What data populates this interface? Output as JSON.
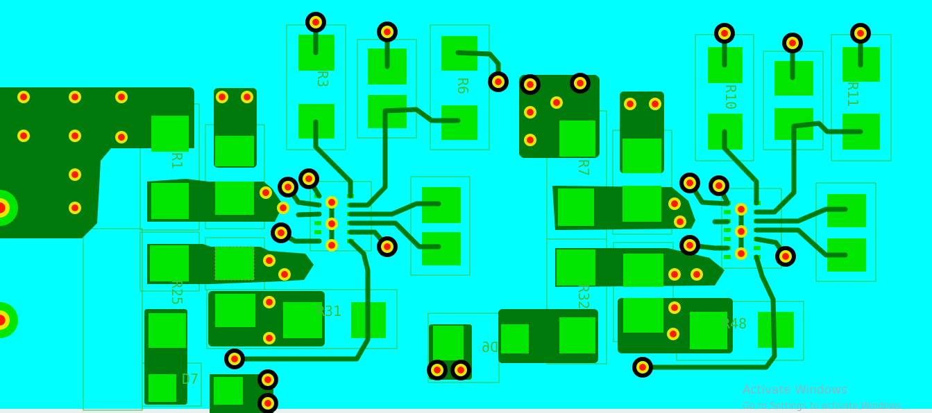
{
  "colors": {
    "board": "#00ffff",
    "copper_pour": "#007a0a",
    "pad": "#00e600",
    "silkscreen": "#39c239",
    "via_ring": "#e8e800",
    "via_hole": "#ff1a00",
    "via_outline": "#000000",
    "watermark": "#8fb6bf"
  },
  "designators": {
    "r1": "R1",
    "r3": "R3",
    "r6": "R6",
    "r7": "R7",
    "r10": "R10",
    "r11": "R11",
    "r25": "R25",
    "r31": "R31",
    "r32": "R32",
    "r48": "R48",
    "d6": "D6",
    "d7": "D7"
  },
  "watermark": {
    "title": "Activate Windows",
    "subtitle": "Go to Settings to activate Windows."
  }
}
